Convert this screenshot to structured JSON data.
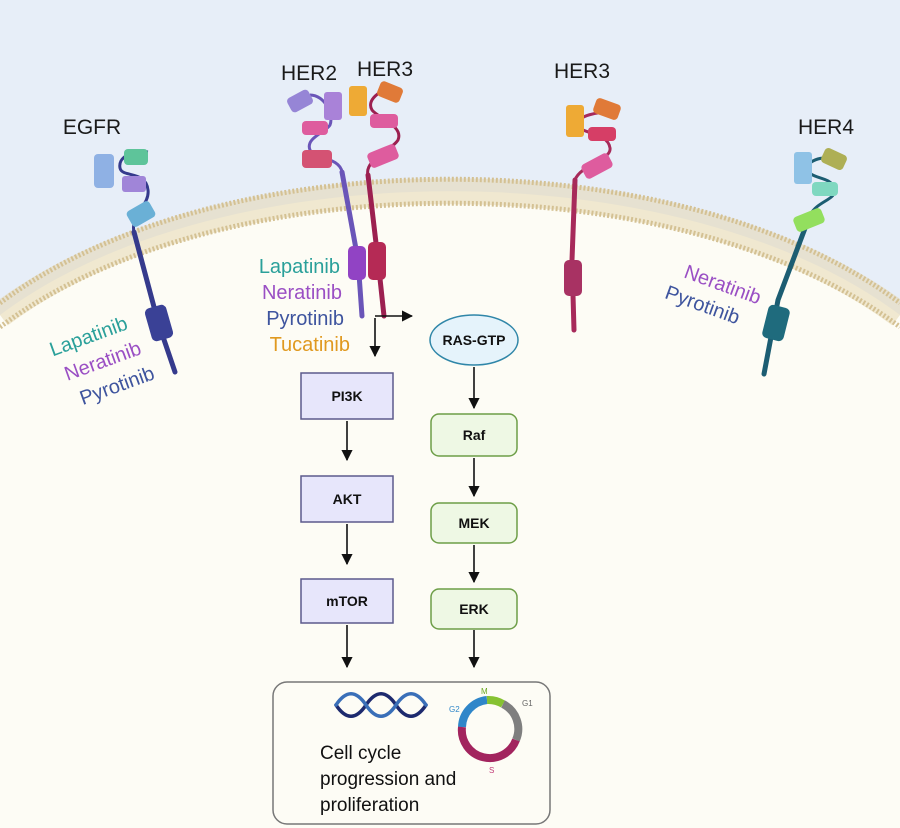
{
  "colors": {
    "extracellular": "#e7eef8",
    "cytoplasm": "#fdfcf5",
    "membrane": "#d4c193",
    "lapatinib": "#2aa09a",
    "neratinib": "#9a4fc4",
    "pyrotinib": "#3e549e",
    "tucatinib": "#e0991f",
    "pi3k_box_fill": "#e7e6fb",
    "pi3k_box_stroke": "#5c5a8c",
    "mapk_box_fill": "#eef8e4",
    "mapk_box_stroke": "#6d9e47"
  },
  "receptors": {
    "egfr": "EGFR",
    "her2": "HER2",
    "her3_dimer": "HER3",
    "her3": "HER3",
    "her4": "HER4"
  },
  "drugs": {
    "egfr": [
      "Lapatinib",
      "Neratinib",
      "Pyrotinib"
    ],
    "her2": [
      "Lapatinib",
      "Neratinib",
      "Pyrotinib",
      "Tucatinib"
    ],
    "her4": [
      "Neratinib",
      "Pyrotinib"
    ]
  },
  "pathway": {
    "pi3k": [
      "PI3K",
      "AKT",
      "mTOR"
    ],
    "mapk": [
      "RAS-GTP",
      "Raf",
      "MEK",
      "ERK"
    ]
  },
  "cell_cycle": {
    "phases": [
      "M",
      "G1",
      "S",
      "G2"
    ]
  },
  "outcome": {
    "lines": [
      "Cell cycle",
      "progression and",
      "proliferation"
    ]
  }
}
